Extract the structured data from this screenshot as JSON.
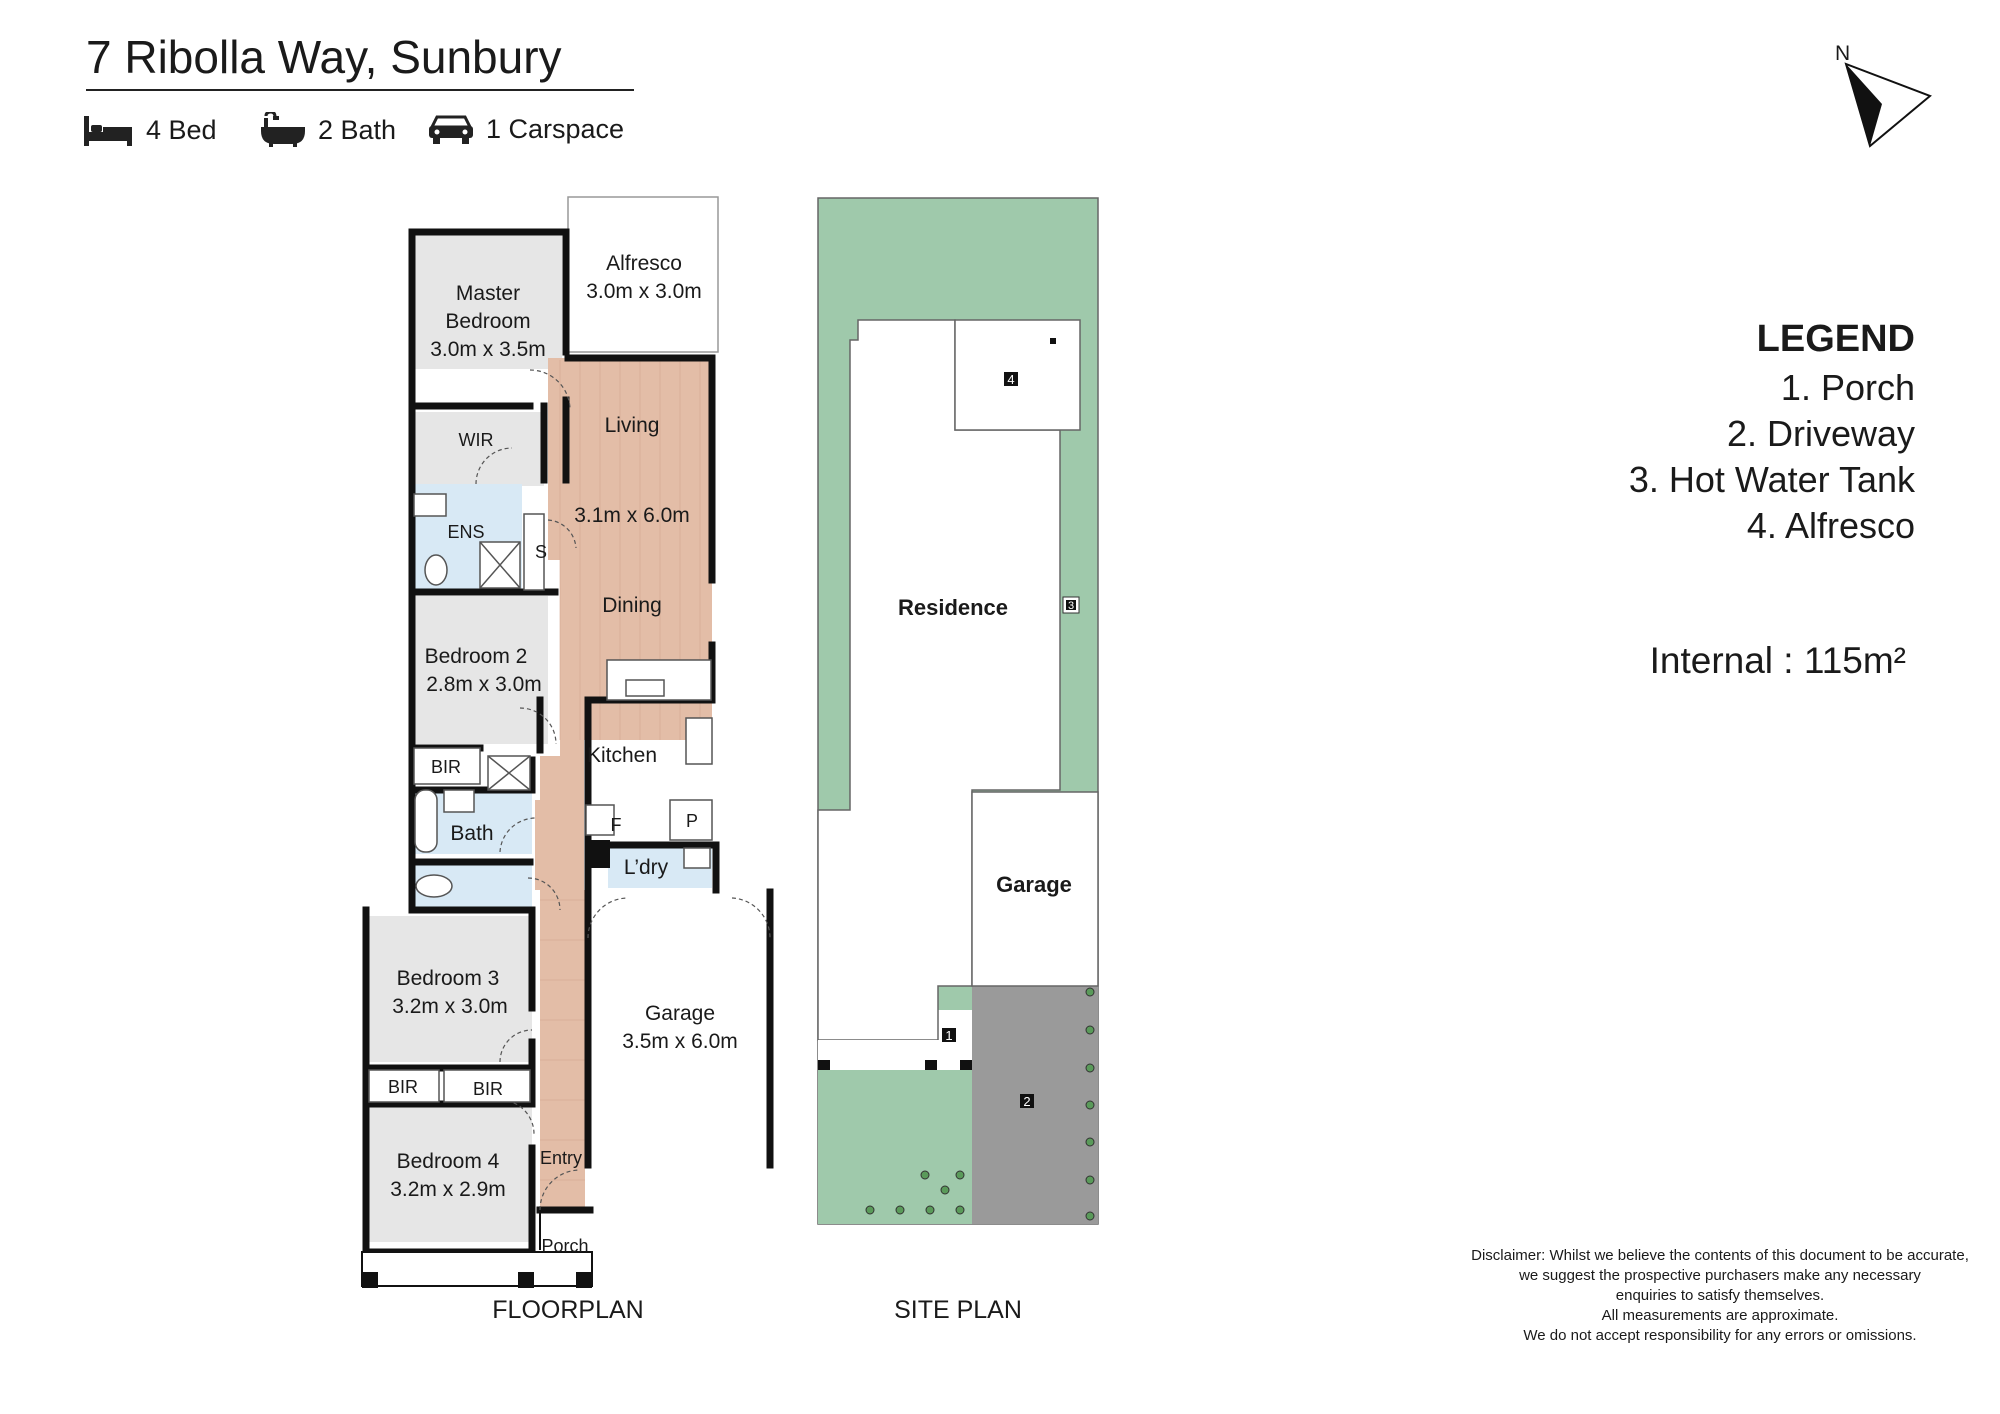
{
  "header": {
    "address": "7 Ribolla Way, Sunbury",
    "features": [
      {
        "icon": "bed-icon",
        "label": "4 Bed"
      },
      {
        "icon": "bath-icon",
        "label": "2 Bath"
      },
      {
        "icon": "car-icon",
        "label": "1 Carspace"
      }
    ]
  },
  "compass": {
    "label": "N"
  },
  "floorplan": {
    "label": "FLOORPLAN",
    "rooms": {
      "master": {
        "name1": "Master",
        "name2": "Bedroom",
        "size": "3.0m x 3.5m"
      },
      "alfresco": {
        "name": "Alfresco",
        "size": "3.0m x 3.0m"
      },
      "wir": "WIR",
      "living": "Living",
      "living_size": "3.1m x 6.0m",
      "ens": "ENS",
      "s": "S",
      "dining": "Dining",
      "bedroom2": {
        "name": "Bedroom 2",
        "size": "2.8m x 3.0m"
      },
      "kitchen": "Kitchen",
      "bir1": "BIR",
      "bath": "Bath",
      "f": "F",
      "p": "P",
      "laundry": "L’dry",
      "bedroom3": {
        "name": "Bedroom 3",
        "size": "3.2m x 3.0m"
      },
      "garage": {
        "name": "Garage",
        "size": "3.5m x 6.0m"
      },
      "bir2": "BIR",
      "bir3": "BIR",
      "bedroom4": {
        "name": "Bedroom 4",
        "size": "3.2m x 2.9m"
      },
      "entry": "Entry",
      "porch": "Porch"
    }
  },
  "siteplan": {
    "label": "SITE PLAN",
    "residence": "Residence",
    "garage": "Garage",
    "markers": [
      "1",
      "2",
      "3",
      "4"
    ]
  },
  "legend": {
    "title": "LEGEND",
    "items": [
      "1. Porch",
      "2. Driveway",
      "3. Hot Water Tank",
      "4. Alfresco"
    ]
  },
  "internal": "Internal : 115m²",
  "disclaimer": [
    "Disclaimer: Whilst we believe the contents of this document to be accurate,",
    "we suggest the prospective purchasers make any necessary",
    "enquiries to satisfy themselves.",
    "All measurements are approximate.",
    "We do not accept responsibility for any errors or omissions."
  ],
  "colors": {
    "wall": "#111111",
    "timber": "#e3bda7",
    "wet": "#d8e9f5",
    "room": "#e6e6e6",
    "lawn": "#9fc9ab",
    "driveway": "#9a9a9a"
  }
}
